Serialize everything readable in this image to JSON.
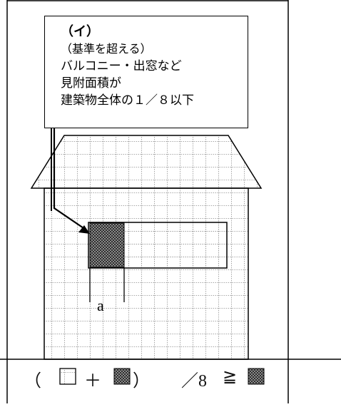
{
  "callout": {
    "title": "（イ）",
    "line1": "（基準を超える）",
    "line2": "バルコニー・出窓など",
    "line3": "見附面積が",
    "line4": "建築物全体の１／８以下"
  },
  "dimension_label": "a",
  "formula": {
    "open_paren": "（",
    "plus": "＋",
    "close_paren": "）",
    "ratio": "／8",
    "relation": "≧"
  },
  "colors": {
    "frame": "#000000",
    "grid_line": "#808080",
    "dark_fill": "#3c3c3c",
    "background": "#ffffff"
  }
}
